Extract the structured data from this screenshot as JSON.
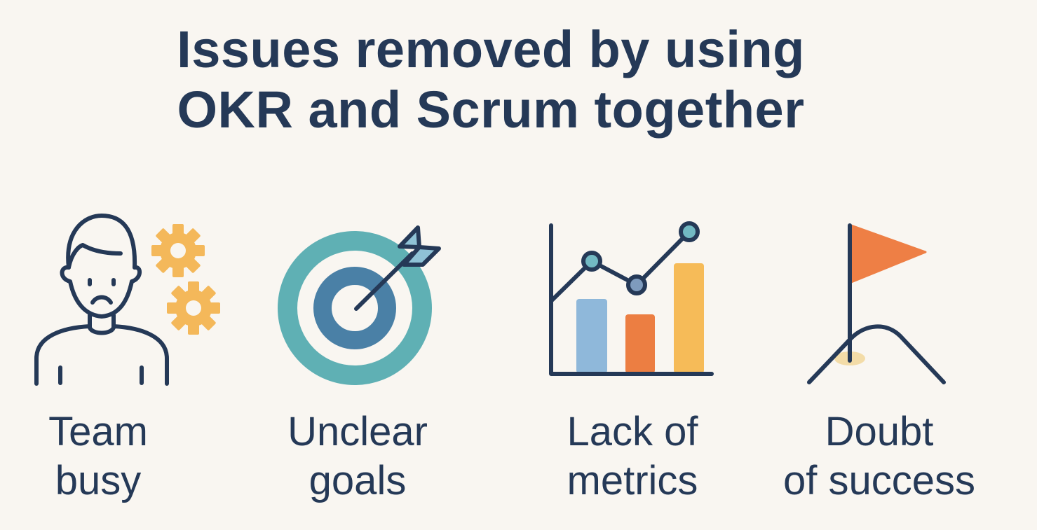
{
  "title": {
    "line1": "Issues removed by using",
    "line2": "OKR and Scrum together"
  },
  "items": [
    {
      "icon": "stressed-person-with-gears-icon",
      "line1": "Team",
      "line2": "busy"
    },
    {
      "icon": "target-with-arrow-icon",
      "line1": "Unclear",
      "line2": "goals"
    },
    {
      "icon": "bar-and-line-chart-icon",
      "line1": "Lack of",
      "line2": "metrics"
    },
    {
      "icon": "flag-on-hill-icon",
      "line1": "Doubt",
      "line2": "of success"
    }
  ],
  "colors": {
    "background": "#f9f6f1",
    "text": "#253957",
    "gear": "#f4b85a",
    "target_outer": "#5fb0b4",
    "target_inner": "#4a80a6",
    "bar_blue": "#8fb8da",
    "bar_orange": "#ec7e42",
    "bar_yellow": "#f6bb58",
    "flag": "#ee7f45",
    "hole": "#f3dca8"
  }
}
